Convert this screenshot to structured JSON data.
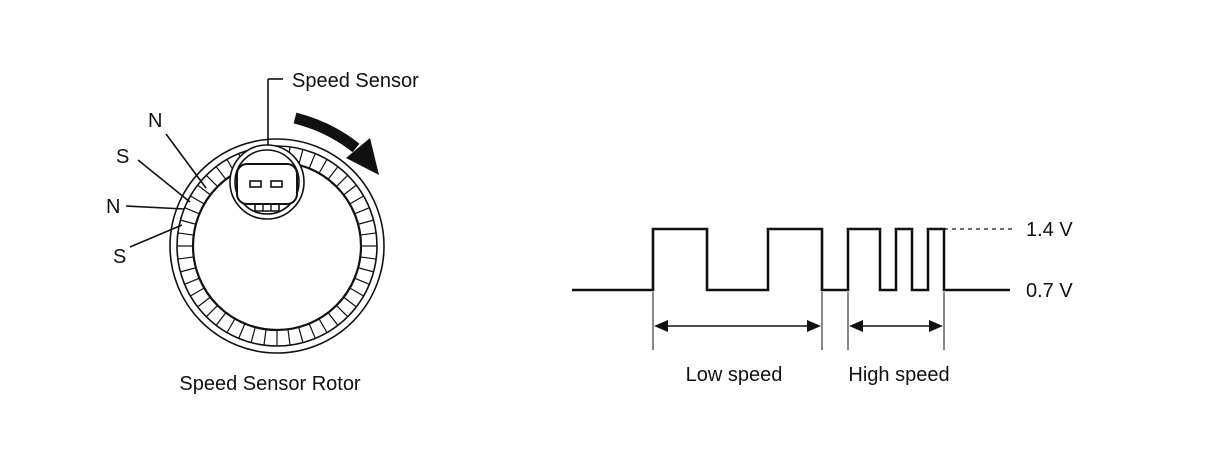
{
  "rotor": {
    "sensor_label": "Speed Sensor",
    "caption": "Speed Sensor Rotor",
    "pole_labels": [
      "N",
      "S",
      "N",
      "S"
    ],
    "rotation_arrow_icon": "curved-arrow-clockwise"
  },
  "waveform": {
    "voltage_high_label": "1.4 V",
    "voltage_low_label": "0.7 V",
    "low_speed_label": "Low speed",
    "high_speed_label": "High speed"
  },
  "colors": {
    "line": "#111111",
    "background": "#ffffff"
  }
}
